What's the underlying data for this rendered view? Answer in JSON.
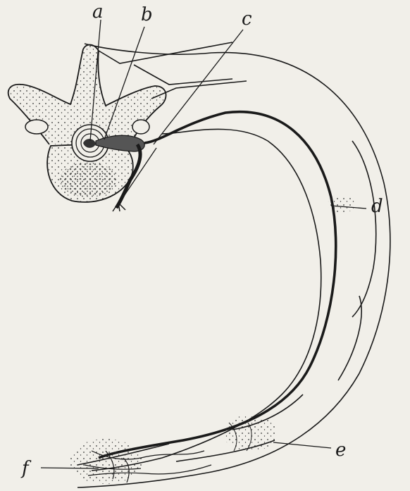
{
  "labels": {
    "a": "a",
    "b": "b",
    "c": "c",
    "d": "d",
    "e": "e",
    "f": "f"
  },
  "colors": {
    "paper": "#f1efe9",
    "ink": "#1a1a1a",
    "stipple": "#2b2b2b"
  }
}
